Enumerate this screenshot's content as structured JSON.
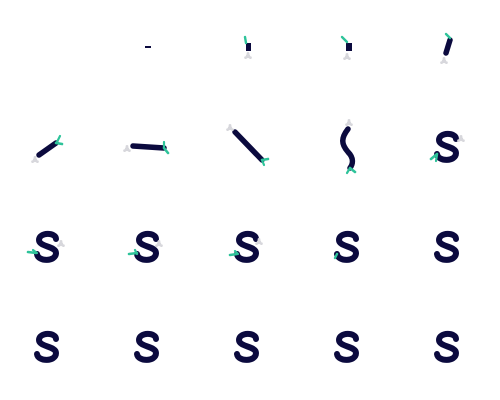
{
  "animation": {
    "description_type": "sprite-sheet",
    "frame_count": 20,
    "columns": 5,
    "rows": 4,
    "colors": {
      "background": "#ffffff",
      "stroke": "#0b0a3e",
      "trail_green": "#2ec39a",
      "trail_dots": "#d7d7dc"
    },
    "frames": [
      {
        "id": 1,
        "state": "empty"
      },
      {
        "id": 2,
        "state": "dot"
      },
      {
        "id": 3,
        "state": "stub"
      },
      {
        "id": 4,
        "state": "stub-tilted"
      },
      {
        "id": 5,
        "state": "stub-angled"
      },
      {
        "id": 6,
        "state": "line-diagonal"
      },
      {
        "id": 7,
        "state": "line-horizontal"
      },
      {
        "id": 8,
        "state": "line-long-diagonal"
      },
      {
        "id": 9,
        "state": "partial-s"
      },
      {
        "id": 10,
        "state": "s-forming"
      },
      {
        "id": 11,
        "state": "s-with-trail"
      },
      {
        "id": 12,
        "state": "s-with-trail"
      },
      {
        "id": 13,
        "state": "s-with-trail"
      },
      {
        "id": 14,
        "state": "s-settling"
      },
      {
        "id": 15,
        "state": "s-final"
      },
      {
        "id": 16,
        "state": "s-final"
      },
      {
        "id": 17,
        "state": "s-final"
      },
      {
        "id": 18,
        "state": "s-final"
      },
      {
        "id": 19,
        "state": "s-final"
      },
      {
        "id": 20,
        "state": "s-final"
      }
    ]
  }
}
